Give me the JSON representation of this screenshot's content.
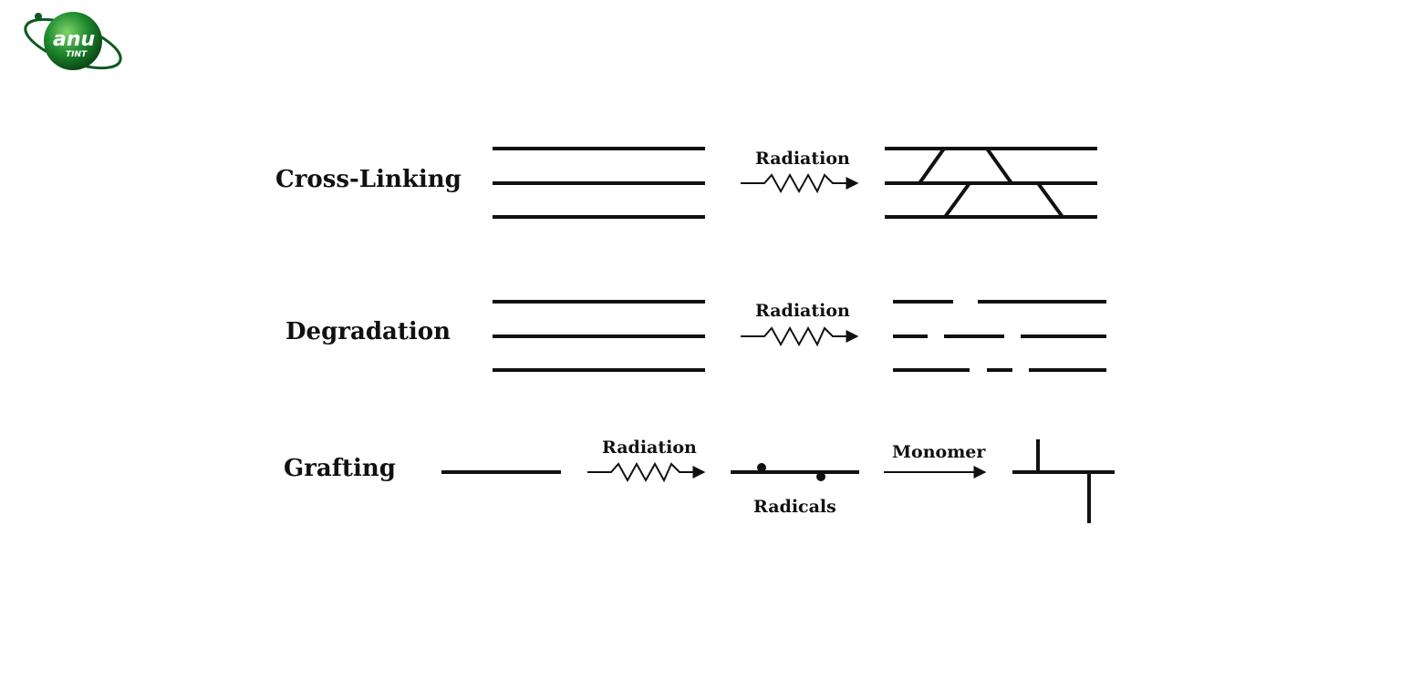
{
  "logo": {
    "text": "anu",
    "subtext": "TINT",
    "color": "#1f8a2e"
  },
  "rows": [
    {
      "id": "cross-linking",
      "title": "Cross-Linking",
      "arrow_label": "Radiation"
    },
    {
      "id": "degradation",
      "title": "Degradation",
      "arrow_label": "Radiation"
    },
    {
      "id": "grafting",
      "title": "Grafting",
      "arrow_label": "Radiation",
      "intermediate_label": "Radicals",
      "second_arrow_label": "Monomer"
    }
  ]
}
